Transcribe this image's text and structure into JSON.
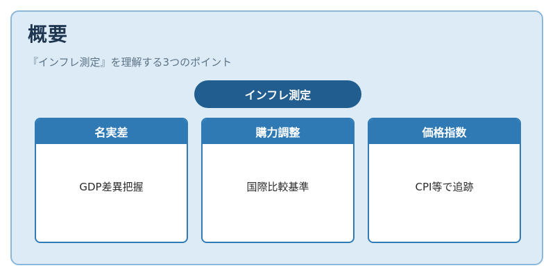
{
  "title": "概要",
  "subtitle": "『インフレ測定』を理解する3つのポイント",
  "center": "インフレ測定",
  "cards": [
    {
      "header": "名実差",
      "body": "GDP差異把握"
    },
    {
      "header": "購力調整",
      "body": "国際比較基準"
    },
    {
      "header": "価格指数",
      "body": "CPI等で追跡"
    }
  ]
}
